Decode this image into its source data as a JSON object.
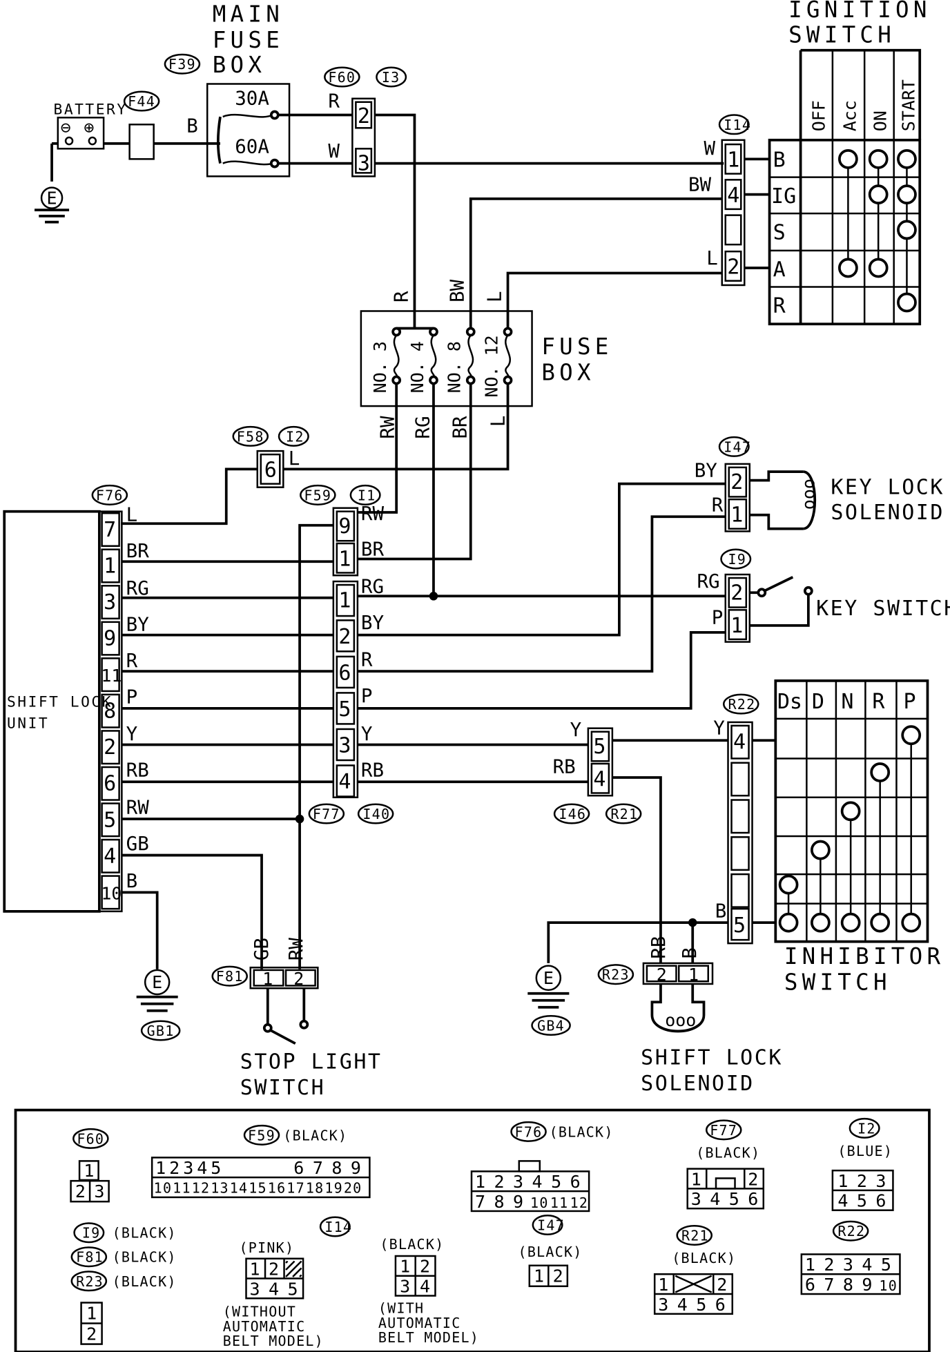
{
  "labels": {
    "main_fuse_box": [
      "MAIN",
      "FUSE",
      "BOX"
    ],
    "fuse_box": [
      "FUSE",
      "BOX"
    ],
    "ignition_switch": [
      "IGNITION",
      "SWITCH"
    ],
    "battery": "BATTERY",
    "key_lock_solenoid": [
      "KEY LOCK",
      "SOLENOID"
    ],
    "key_switch": "KEY SWITCH",
    "shift_lock_unit": [
      "SHIFT LOCK",
      "UNIT"
    ],
    "inhibitor_switch": [
      "INHIBITOR",
      "SWITCH"
    ],
    "stop_light_switch": [
      "STOP LIGHT",
      "SWITCH"
    ],
    "shift_lock_solenoid": [
      "SHIFT LOCK",
      "SOLENOID"
    ],
    "ground": "E",
    "ground_gb1": "GB1",
    "ground_gb4": "GB4"
  },
  "main_fuse_box": {
    "fuses": [
      "30A",
      "60A"
    ]
  },
  "fuse_box": {
    "fuses": [
      "NO. 3",
      "NO. 4",
      "NO. 8",
      "NO. 12"
    ]
  },
  "ignition_switch": {
    "positions": [
      "OFF",
      "Acc",
      "ON",
      "START"
    ],
    "terminals": [
      "B",
      "IG",
      "S",
      "A",
      "R"
    ]
  },
  "inhibitor_switch": {
    "positions": [
      "Ds",
      "D",
      "N",
      "R",
      "P"
    ]
  },
  "connectors": {
    "F39": "F39",
    "F44": "F44",
    "F60": "F60",
    "I3": "I3",
    "I14": "I14",
    "F58": "F58",
    "I2": "I2",
    "F76": "F76",
    "F59": "F59",
    "I1": "I1",
    "I47": "I47",
    "I9": "I9",
    "R22": "R22",
    "F77": "F77",
    "I40": "I40",
    "I46": "I46",
    "R21": "R21",
    "F81": "F81",
    "R23": "R23"
  },
  "wire_colors": {
    "B": "B",
    "R": "R",
    "W": "W",
    "BW": "BW",
    "L": "L",
    "RW": "RW",
    "RG": "RG",
    "BR": "BR",
    "BY": "BY",
    "P": "P",
    "Y": "Y",
    "RB": "RB",
    "GB": "GB"
  },
  "shift_lock_unit_pins": {
    "pins": [
      "7",
      "1",
      "3",
      "9",
      "11",
      "8",
      "2",
      "6",
      "5",
      "4",
      "10"
    ],
    "wires": [
      "L",
      "BR",
      "RG",
      "BY",
      "R",
      "P",
      "Y",
      "RB",
      "RW",
      "GB",
      "B"
    ]
  },
  "i1_pins": [
    "9",
    "1"
  ],
  "i1_wires": [
    "RW",
    "BR"
  ],
  "f77_pins": [
    "1",
    "2",
    "6",
    "5",
    "3",
    "4"
  ],
  "f77_wires": [
    "RG",
    "BY",
    "R",
    "P",
    "Y",
    "RB"
  ],
  "legend": {
    "F60": {
      "top": [
        "1"
      ],
      "bottom": [
        "2",
        "3"
      ]
    },
    "F59": {
      "tag": "(BLACK)",
      "top": [
        "1",
        "2",
        "3",
        "4",
        "5",
        "6",
        "7",
        "8",
        "9"
      ],
      "bottom": [
        "10",
        "11",
        "12",
        "13",
        "14",
        "15",
        "16",
        "17",
        "18",
        "19",
        "20"
      ]
    },
    "F76": {
      "tag": "(BLACK)",
      "top": [
        "1",
        "2",
        "3",
        "4",
        "5",
        "6"
      ],
      "bottom": [
        "7",
        "8",
        "9",
        "10",
        "11",
        "12"
      ]
    },
    "F77": {
      "tag": "(BLACK)",
      "top": [
        "1",
        "2"
      ],
      "bottom": [
        "3",
        "4",
        "5",
        "6"
      ]
    },
    "I2": {
      "tag": "(BLUE)",
      "top": [
        "1",
        "2",
        "3"
      ],
      "bottom": [
        "4",
        "5",
        "6"
      ]
    },
    "I9": {
      "tag": "(BLACK)"
    },
    "F81": {
      "tag": "(BLACK)"
    },
    "R23": {
      "tag": "(BLACK)"
    },
    "I9_F81_R23": {
      "top": [
        "1"
      ],
      "bottom": [
        "2"
      ]
    },
    "I14_pink": {
      "tag": "(PINK)",
      "top": [
        "1",
        "2"
      ],
      "bottom": [
        "3",
        "4",
        "5"
      ],
      "note": [
        "(WITHOUT",
        "AUTOMATIC",
        "BELT MODEL)"
      ]
    },
    "I14_black": {
      "tag": "(BLACK)",
      "top": [
        "1",
        "2"
      ],
      "bottom": [
        "3",
        "4"
      ],
      "note": [
        "(WITH",
        "AUTOMATIC",
        "BELT MODEL)"
      ]
    },
    "I47": {
      "tag": "(BLACK)",
      "pins": [
        "1",
        "2"
      ]
    },
    "R21": {
      "tag": "(BLACK)",
      "top": [
        "1",
        "2"
      ],
      "bottom": [
        "3",
        "4",
        "5",
        "6"
      ]
    },
    "R22": {
      "top": [
        "1",
        "2",
        "3",
        "4",
        "5"
      ],
      "bottom": [
        "6",
        "7",
        "8",
        "9",
        "10"
      ]
    }
  }
}
